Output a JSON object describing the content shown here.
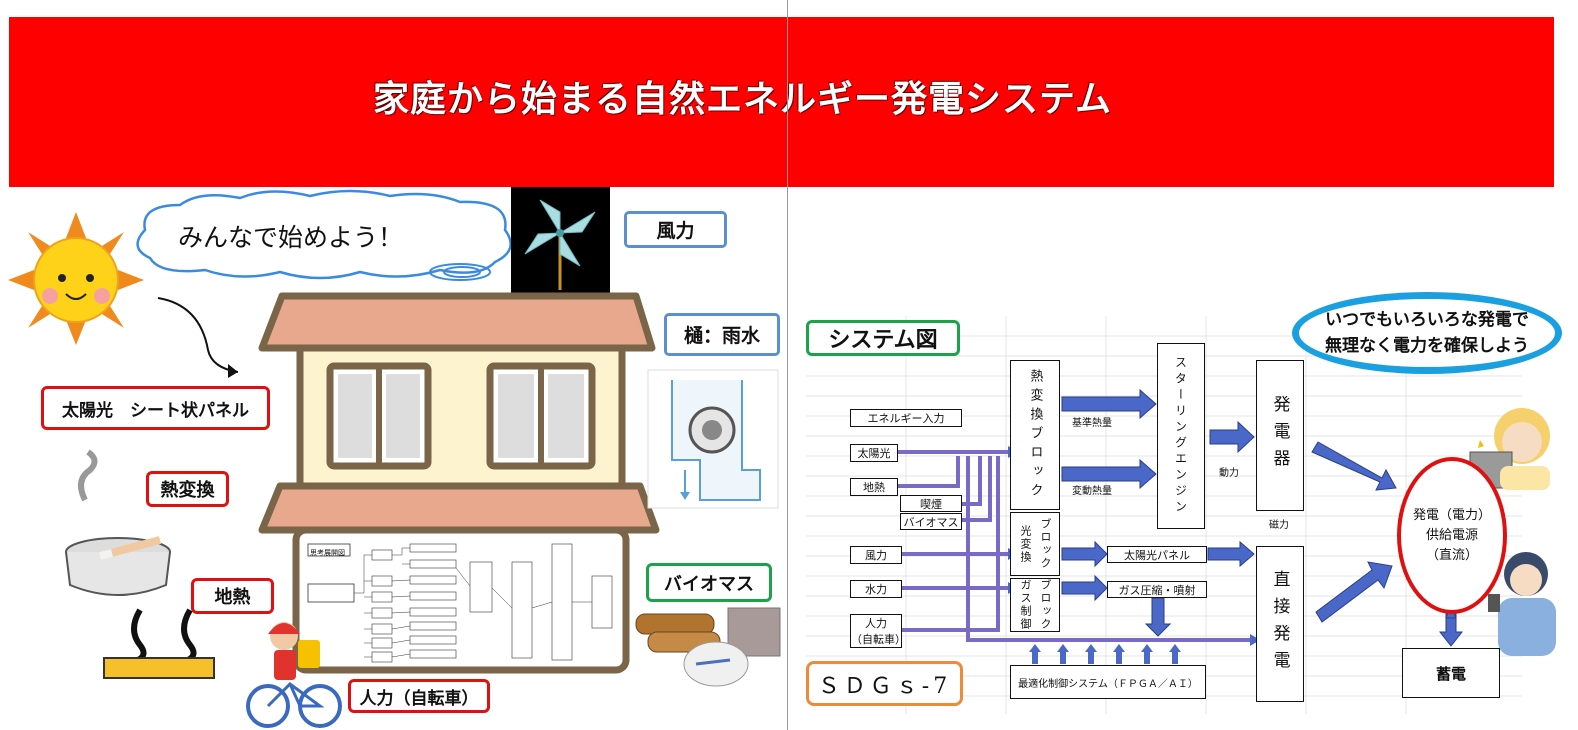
{
  "banner": {
    "title": "家庭から始まる自然エネルギー発電システム"
  },
  "left": {
    "speech_bubble": "みんなで始めよう！",
    "labels": {
      "wind": "風力",
      "gutter": "樋：雨水",
      "solar": "太陽光　シート状パネル",
      "heat_exchange": "熱変換",
      "geothermal": "地熱",
      "biomass": "バイオマス",
      "human_power": "人力（自転車）"
    },
    "mini_diagram": {
      "title": "思考展開図"
    }
  },
  "right": {
    "system_title": "システム図",
    "callout": {
      "line1": "いつでもいろいろな発電で",
      "line2": "無理なく電力を確保しよう"
    },
    "inputs": {
      "header": "エネルギー入力",
      "solar": "太陽光",
      "geothermal": "地熱",
      "smoke": "喫煙",
      "biomass": "バイオマス",
      "wind": "風力",
      "hydro": "水力",
      "human_line1": "人力",
      "human_line2": "（自転車）"
    },
    "blocks": {
      "heat_exchange": "熱変換ブロック",
      "light_exchange_a": "光変換",
      "light_exchange_b": "ブロック",
      "gas_control_a": "ガス制御",
      "gas_control_b": "ブロック",
      "stirling": "スターリングエンジン",
      "generator": "発電器",
      "direct": "直接発電",
      "solar_panel": "太陽光パネル",
      "gas_compression": "ガス圧縮・噴射",
      "optimization": "最適化制御システム（ＦＰＧＡ／ＡＩ）",
      "storage": "蓄電"
    },
    "flow_labels": {
      "base_heat": "基準熱量",
      "variable_heat": "変動熱量",
      "power": "動力",
      "magnetic": "磁力"
    },
    "supply": {
      "line1": "発電（電力）",
      "line2": "供給電源",
      "line3": "（直流）"
    },
    "sdgs": "ＳＤＧｓ-7"
  },
  "colors": {
    "banner": "#ff0000",
    "arrow": "#4a68c8",
    "highlight_red": "#e01010",
    "highlight_blue": "#5b8fd0",
    "highlight_green": "#1aa34a",
    "sdgs_orange": "#ef8a3b",
    "callout_blue": "#1aa0e0"
  }
}
